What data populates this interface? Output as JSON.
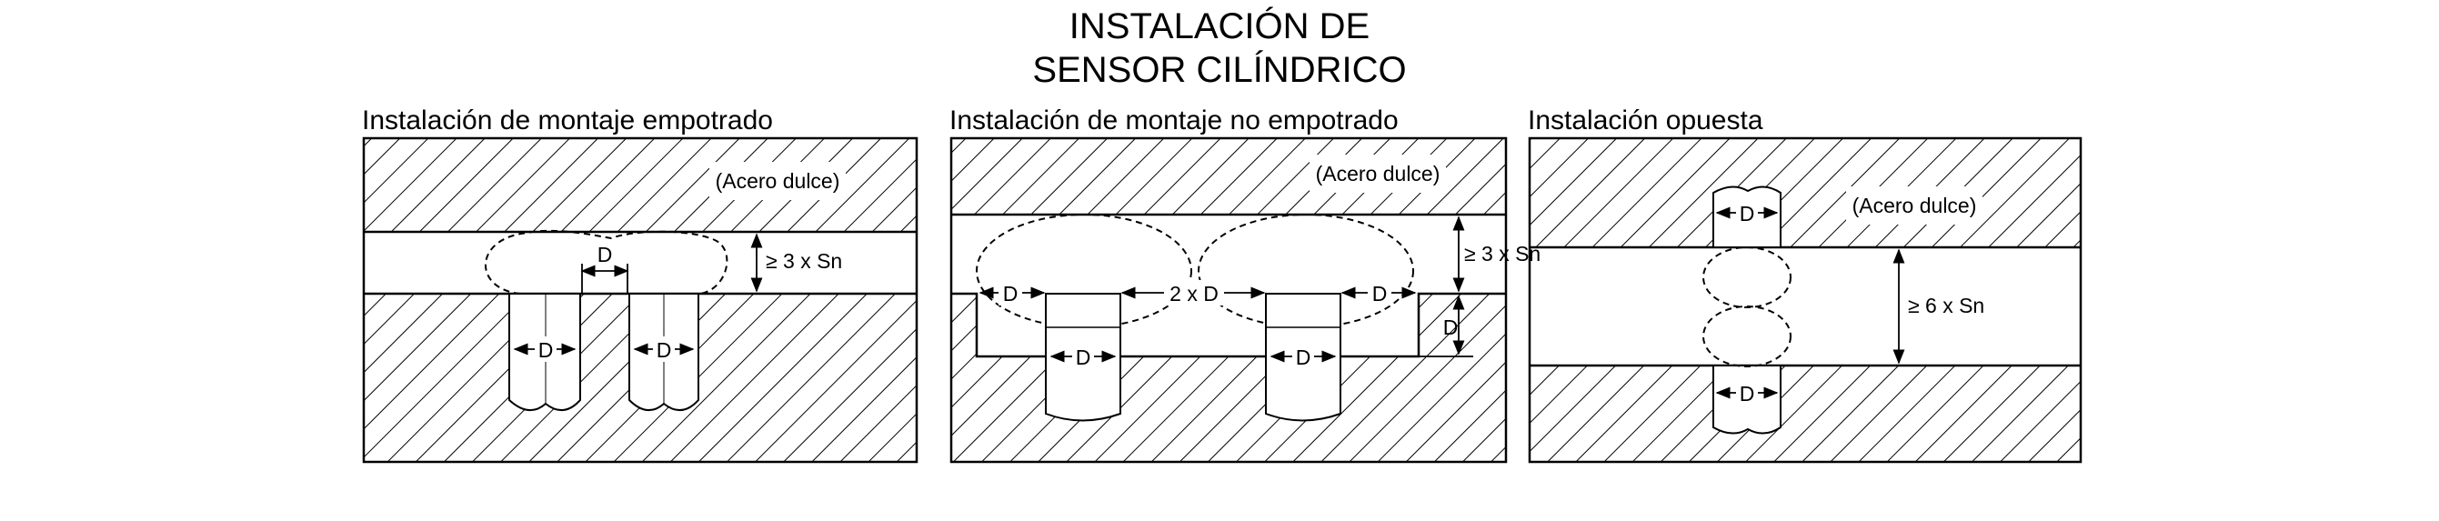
{
  "title": {
    "line1": "INSTALACIÓN DE",
    "line2": "SENSOR CILÍNDRICO"
  },
  "panels": [
    {
      "title": "Instalación de montaje empotrado",
      "material": "(Acero dulce)",
      "dim_gap": "≥ 3 x Sn",
      "dim_between": "D",
      "dim_sensor_a": "D",
      "dim_sensor_b": "D"
    },
    {
      "title": "Instalación de montaje no empotrado",
      "material": "(Acero dulce)",
      "dim_gap": "≥ 3 x Sn",
      "dim_left": "D",
      "dim_between": "2 x D",
      "dim_right": "D",
      "dim_depth": "D",
      "dim_sensor_a": "D",
      "dim_sensor_b": "D"
    },
    {
      "title": "Instalación opuesta",
      "material": "(Acero dulce)",
      "dim_gap": "≥ 6 x Sn",
      "dim_sensor_top": "D",
      "dim_sensor_bottom": "D"
    }
  ]
}
